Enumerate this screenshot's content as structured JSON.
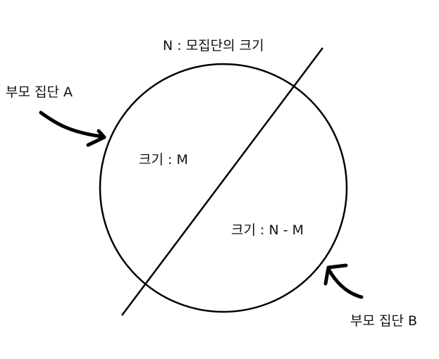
{
  "diagram": {
    "title": "N : 모집단의 크기",
    "region_a_size": "크기 : M",
    "region_b_size": "크기 : N - M",
    "population_a_label": "부모 집단 A",
    "population_b_label": "부모 집단 B"
  },
  "colors": {
    "stroke": "#000000",
    "text": "#111111",
    "background": "#ffffff"
  }
}
